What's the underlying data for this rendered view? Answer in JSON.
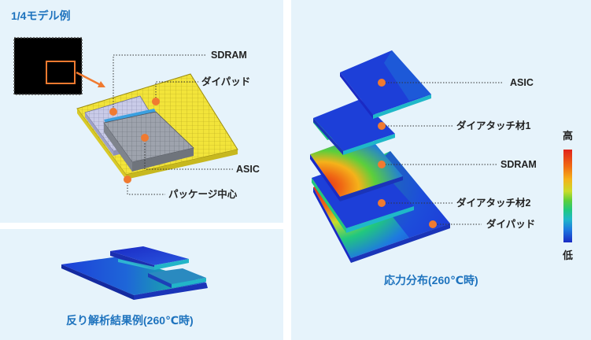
{
  "quarter_model": {
    "title": "1/4モデル例",
    "labels": {
      "sdram": "SDRAM",
      "die_pad": "ダイパッド",
      "asic": "ASIC",
      "package_center": "パッケージ中心"
    }
  },
  "warp": {
    "caption": "反り解析結果例(260℃時)"
  },
  "stress": {
    "caption": "応力分布(260℃時)",
    "labels": {
      "asic": "ASIC",
      "die_attach_1": "ダイアタッチ材1",
      "sdram": "SDRAM",
      "die_attach_2": "ダイアタッチ材2",
      "die_pad": "ダイパッド"
    },
    "legend": {
      "high": "高",
      "low": "低",
      "colors": [
        "#e0231b",
        "#f06a14",
        "#f5b21a",
        "#c9dc2a",
        "#5ccf3b",
        "#21c87e",
        "#1fb8c8",
        "#1e7ae0",
        "#1d3fd8",
        "#1a2ac4"
      ]
    }
  },
  "colors": {
    "panel_bg": "#e6f3fb",
    "caption_blue": "#1e73be",
    "marker_orange": "#f07a30"
  }
}
